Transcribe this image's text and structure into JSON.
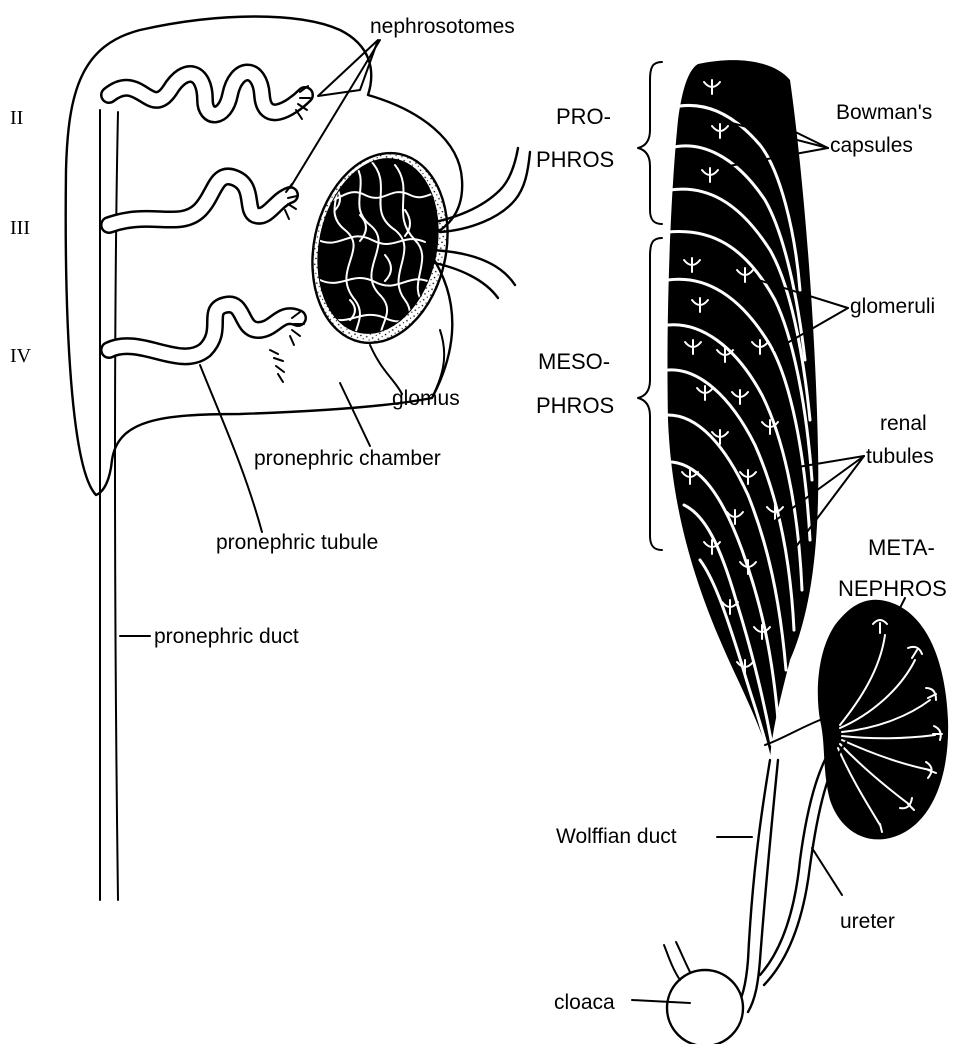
{
  "left_panel": {
    "segment_labels": [
      "II",
      "III",
      "IV"
    ],
    "labels": {
      "nephrosotomes": "nephrosotomes",
      "glomus": "glomus",
      "pronephric_chamber": "pronephric chamber",
      "pronephric_tubule": "pronephric tubule",
      "pronephric_duct": "pronephric duct"
    }
  },
  "right_panel": {
    "regions": {
      "pronephros_line1": "PRO-",
      "pronephros_line2": "PHROS",
      "mesonephros_line1": "MESO-",
      "mesonephros_line2": "PHROS",
      "metanephros_line1": "META-",
      "metanephros_line2": "NEPHROS"
    },
    "labels": {
      "bowmans_line1": "Bowman's",
      "bowmans_line2": "capsules",
      "glomeruli": "glomeruli",
      "renal_line1": "renal",
      "renal_line2": "tubules",
      "wolffian_duct": "Wolffian duct",
      "ureter": "ureter",
      "cloaca": "cloaca"
    }
  }
}
